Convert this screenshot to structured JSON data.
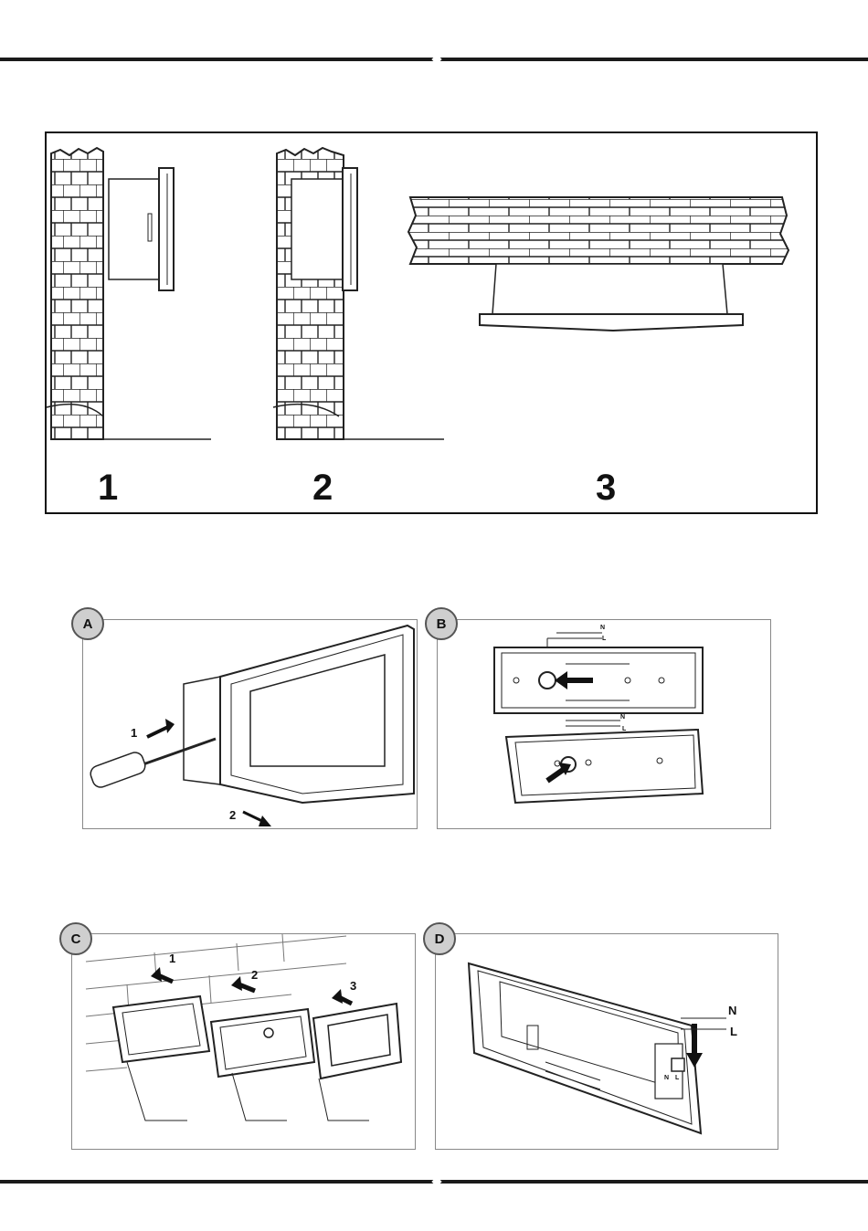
{
  "mounting_steps": {
    "labels": [
      "1",
      "2",
      "3"
    ]
  },
  "install_figures": {
    "a": {
      "badge": "A",
      "labels": [
        "1",
        "2"
      ]
    },
    "b": {
      "badge": "B",
      "labels": [
        "N",
        "L",
        "N",
        "L"
      ]
    },
    "c": {
      "badge": "C",
      "labels": [
        "1",
        "2",
        "3"
      ]
    },
    "d": {
      "badge": "D",
      "labels": [
        "N",
        "L",
        "N",
        "L"
      ]
    }
  }
}
